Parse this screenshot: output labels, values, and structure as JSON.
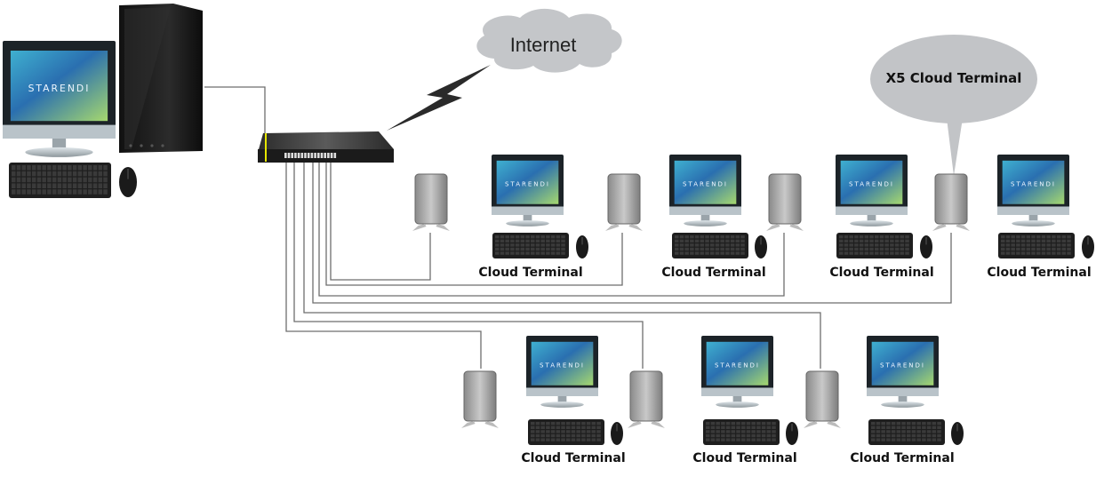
{
  "diagram": {
    "type": "network-topology",
    "internet_label": "Internet",
    "callout_label": "X5 Cloud Terminal",
    "host": {
      "name": "host-pc",
      "screen_brand": "STARENDI"
    },
    "switch": {
      "name": "network-switch"
    },
    "terminal_label": "Cloud Terminal",
    "terminals": [
      {
        "id": "top-1",
        "label": "Cloud Terminal",
        "row": "top"
      },
      {
        "id": "top-2",
        "label": "Cloud Terminal",
        "row": "top"
      },
      {
        "id": "top-3",
        "label": "Cloud Terminal",
        "row": "top"
      },
      {
        "id": "top-4",
        "label": "Cloud Terminal",
        "row": "top"
      },
      {
        "id": "bottom-1",
        "label": "Cloud Terminal",
        "row": "bottom"
      },
      {
        "id": "bottom-2",
        "label": "Cloud Terminal",
        "row": "bottom"
      },
      {
        "id": "bottom-3",
        "label": "Cloud Terminal",
        "row": "bottom"
      }
    ],
    "screen_brand": "STARENDI",
    "colors": {
      "cable": "#6e6e6e",
      "cloud": "#c4c6c9",
      "callout": "#c2c4c7",
      "bolt": "#2a2a2a",
      "screen_top": "#3aa6c8",
      "screen_bottom": "#8fd07a"
    }
  }
}
